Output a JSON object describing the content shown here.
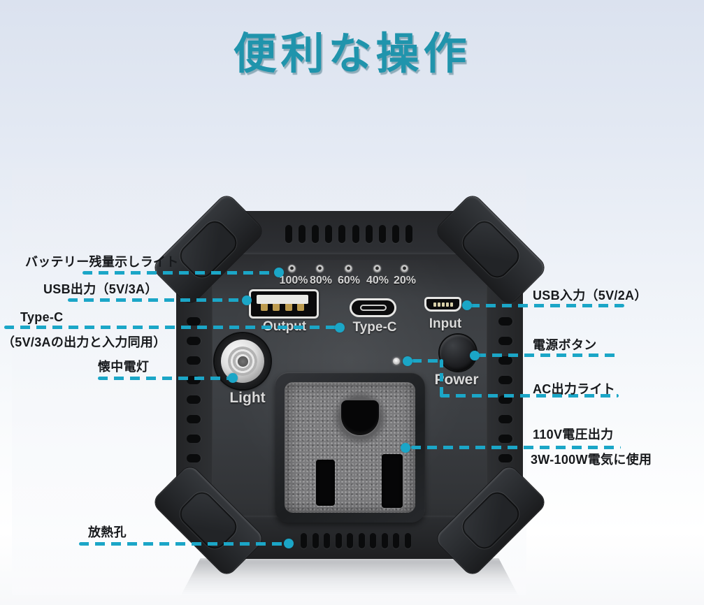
{
  "title": "便利な操作",
  "colors": {
    "title_teal": "#2094ac",
    "callout_teal": "#1ba6c7",
    "label_text": "#17191c",
    "device_body": "#3a3d41"
  },
  "device": {
    "battery_percentages": [
      "100%",
      "80%",
      "60%",
      "40%",
      "20%"
    ],
    "labels": {
      "usb_output": "Output",
      "type_c": "Type-C",
      "usb_input": "Input",
      "power": "Power",
      "light": "Light"
    }
  },
  "callouts": {
    "battery_indicator": "バッテリー残量示しライト",
    "usb_output": "USB出力（5V/3A）",
    "type_c_title": "Type-C",
    "type_c_sub": "（5V/3Aの出力と入力同用）",
    "flashlight": "懐中電灯",
    "vent": "放熱孔",
    "usb_input": "USB入力（5V/2A）",
    "power_button": "電源ボタン",
    "ac_light": "AC出力ライト",
    "ac_output_title": "110V電圧出力",
    "ac_output_sub": "3W-100W電気に使用"
  }
}
